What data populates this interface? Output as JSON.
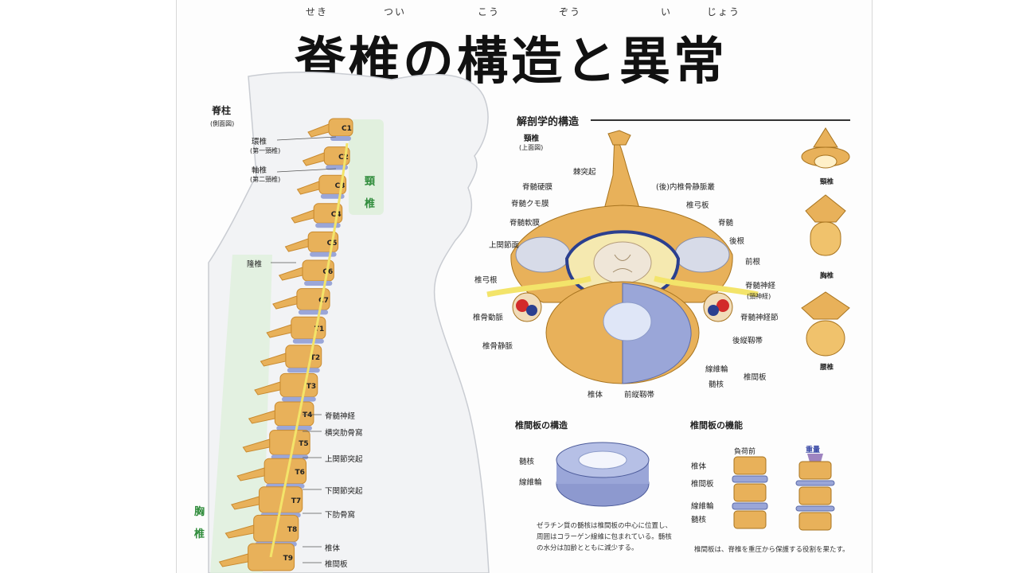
{
  "title": {
    "text": "脊椎の構造と異常",
    "ruby": [
      "せき",
      "つい",
      "こう",
      "ぞう",
      "い",
      "じょう"
    ]
  },
  "spine": {
    "heading": "脊柱",
    "subheading": "(側面図)",
    "labels": {
      "atlas": "環椎",
      "atlas_sub": "(第一頸椎)",
      "axis": "軸椎",
      "axis_sub": "(第二頸椎)",
      "vertebra_prominens": "隆椎",
      "cervical": "頸椎",
      "thoracic": "胸椎",
      "spinal_nerve": "脊髄神経",
      "costal_fovea_transverse": "横突肋骨窩",
      "superior_articular": "上関節突起",
      "inferior_articular": "下関節突起",
      "inferior_costal": "下肋骨窩",
      "body": "椎体",
      "disc": "椎間板"
    },
    "vertebrae": [
      "C1",
      "C2",
      "C3",
      "C4",
      "C5",
      "C6",
      "C7",
      "T1",
      "T2",
      "T3",
      "T4",
      "T5",
      "T6",
      "T7",
      "T8",
      "T9"
    ]
  },
  "anatomy": {
    "heading": "解剖学的構造",
    "sub": "頸椎",
    "sub2": "(上面図)",
    "labels": {
      "spinous": "棘突起",
      "dura": "脊髄硬膜",
      "posterior_venous": "(後)内椎骨静脈叢",
      "arachnoid": "脊髄クモ膜",
      "lamina": "椎弓板",
      "pia": "脊髄軟膜",
      "cord": "脊髄",
      "sup_articular": "上関節面",
      "posterior_root": "後根",
      "anterior_root": "前根",
      "pedicle": "椎弓根",
      "spinal_nerve": "脊髄神経",
      "spinal_nerve_sub": "(頸神経)",
      "vert_artery": "椎骨動脈",
      "ganglion": "脊髄神経節",
      "vert_vein": "椎骨静脈",
      "post_ligament": "後縦靱帯",
      "annulus": "線維輪",
      "nucleus": "髄核",
      "disc": "椎間板",
      "body": "椎体",
      "ant_ligament": "前縦靱帯"
    },
    "side": [
      "頸椎",
      "胸椎",
      "腰椎"
    ]
  },
  "disc_structure": {
    "heading": "椎間板の構造",
    "nucleus": "髄核",
    "annulus": "線維輪",
    "note": [
      "ゼラチン質の髄核は椎間板の中心に位置し、",
      "周囲はコラーゲン線維に包まれている。髄核",
      "の水分は加齢とともに減少する。"
    ]
  },
  "disc_function": {
    "heading": "椎間板の機能",
    "before": "負荷前",
    "load": "重量",
    "labels": [
      "椎体",
      "椎間板",
      "線維輪",
      "髄核"
    ],
    "note": "椎間板は、脊椎を重圧から保護する役割を果たす。"
  },
  "colors": {
    "bone": "#e8b15a",
    "bone_dark": "#c98a2f",
    "disc": "#9aa6d8",
    "nerve": "#f3e46a",
    "green_band": "#dff0dc",
    "dura": "#2b3f8f",
    "artery": "#d22a2a"
  }
}
